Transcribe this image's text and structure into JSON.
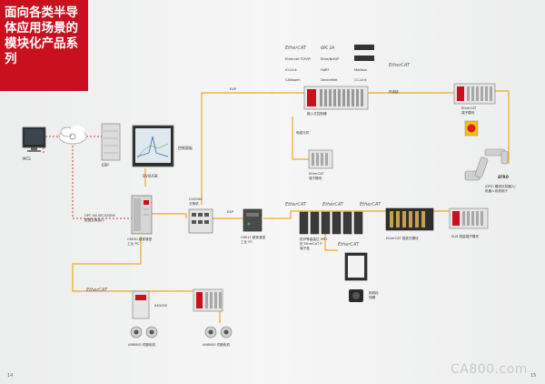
{
  "banner": {
    "title": "面向各类半导体应用场景的模块化产品系列",
    "color": "#c8101e"
  },
  "colors": {
    "link": "#f0a81e",
    "ethernet": "#e0342a"
  },
  "protocols": [
    "EtherCAT",
    "OPC UA",
    "Ethernet TCP/IP",
    "EtherNet/IP",
    "IO-Link",
    "HART",
    "Modbus",
    "CANopen",
    "DeviceNet",
    "CC-Link"
  ],
  "labels": {
    "mcs": "MCS",
    "erp": "ERP",
    "control_panel": "控制面板",
    "dvi_usb": "DVI/USB",
    "opc": "OPC UA,SECS/GEM",
    "opc_sub": "数据交换接口",
    "c6030_1": "C6030 超紧凑型",
    "c6030_2": "工业 PC",
    "cu20": "CU20XX",
    "cu20_sub": "交换机",
    "eap1": "EAP",
    "eap2": "EAP",
    "c6017_1": "C6017 超紧凑型",
    "c6017_2": "工业 PC",
    "embedded": "嵌入式控制器",
    "mech_comp": "电缆元件",
    "ecat_terminal_1": "EtherCAT",
    "ecat_terminal_2": "端子模块",
    "hot_connect": "热连接",
    "ecat_box_1": "EtherCAT",
    "ecat_box_2": "端子模块",
    "ip67_1": "防护等级高达 IP67",
    "ip67_2": "的 EtherCAT P",
    "ip67_3": "端子盒",
    "ecat_plug": "EtherCAT 插拔式模块",
    "elm": "ELM 测量端子模块",
    "atro_brand": "ATRO",
    "atro_1": "ATRO 模块化机器人/",
    "atro_2": "机器人系统用于",
    "vision_1": "相机检",
    "vision_2": "测模",
    "ax": "AX5000",
    "am1": "AM8000 伺服电机",
    "am2": "AM8000 伺服电机",
    "ecat_tag": "EtherCAT",
    "page_left": "14",
    "page_right": "15",
    "watermark": "CA800.com"
  }
}
